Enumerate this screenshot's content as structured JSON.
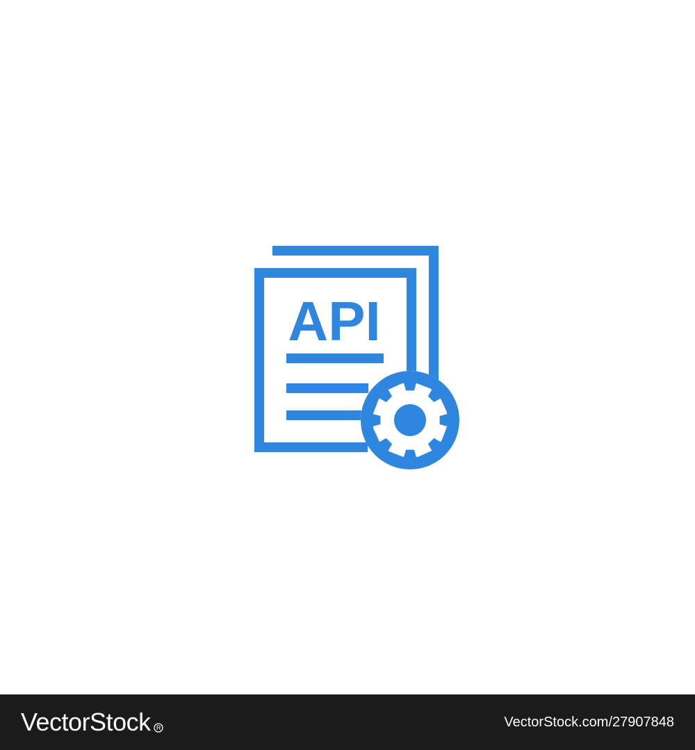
{
  "icon": {
    "name": "api-document-gear-icon",
    "label": "API",
    "color": "#2F86DE",
    "background": "#FFFFFF"
  },
  "footer": {
    "brand": "VectorStock",
    "brand_mark": "®",
    "image_id": "VectorStock.com/27907848",
    "background": "#1B1B1B",
    "text_color": "#FFFFFF"
  }
}
